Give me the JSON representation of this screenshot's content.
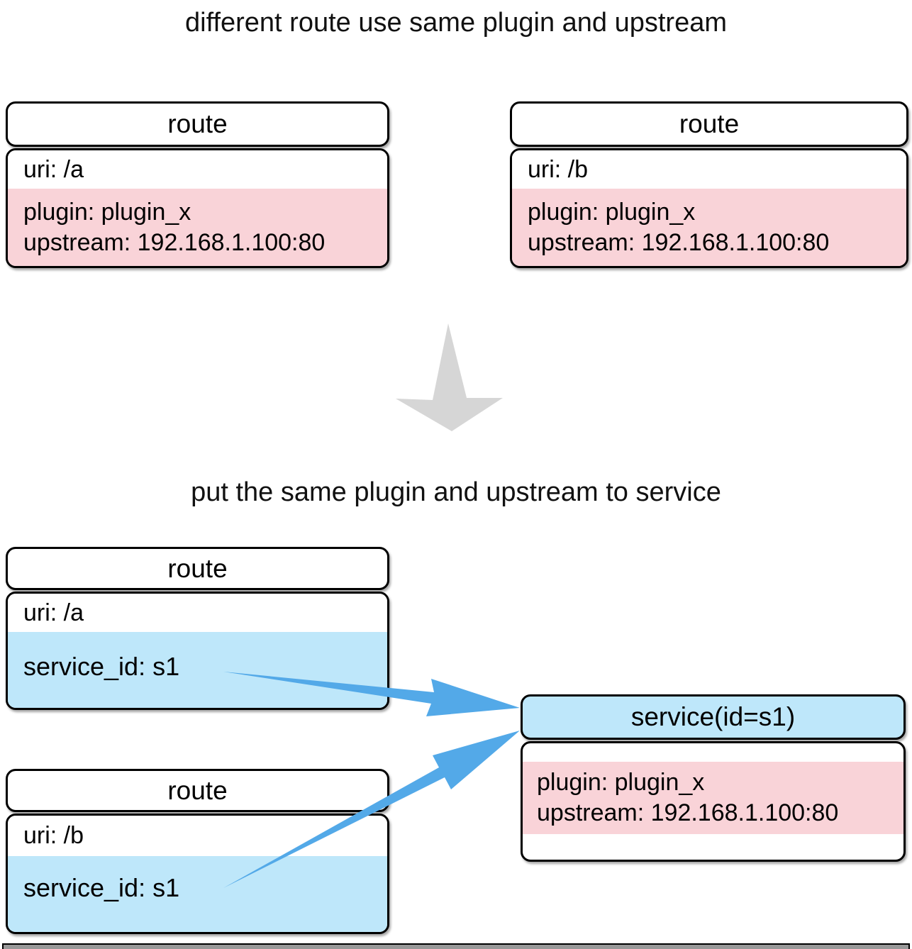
{
  "titles": {
    "top": "different route use same plugin and upstream",
    "bottom": "put the same plugin and upstream to service"
  },
  "colors": {
    "pink": "#F9D3D8",
    "light_blue": "#BEE7FA",
    "arrow_blue": "#53A9E8",
    "gray_arrow": "#D6D6D6",
    "bottom_bar_gray": "#999999",
    "border": "#000000"
  },
  "top_section": {
    "route_a": {
      "header": "route",
      "uri": "uri: /a",
      "plugin": "plugin: plugin_x",
      "upstream": "upstream: 192.168.1.100:80"
    },
    "route_b": {
      "header": "route",
      "uri": "uri: /b",
      "plugin": "plugin: plugin_x",
      "upstream": "upstream: 192.168.1.100:80"
    }
  },
  "bottom_section": {
    "route_a": {
      "header": "route",
      "uri": "uri: /a",
      "service_id": "service_id: s1"
    },
    "route_b": {
      "header": "route",
      "uri": "uri: /b",
      "service_id": "service_id: s1"
    },
    "service": {
      "header": "service(id=s1)",
      "plugin": "plugin: plugin_x",
      "upstream": "upstream: 192.168.1.100:80"
    }
  }
}
